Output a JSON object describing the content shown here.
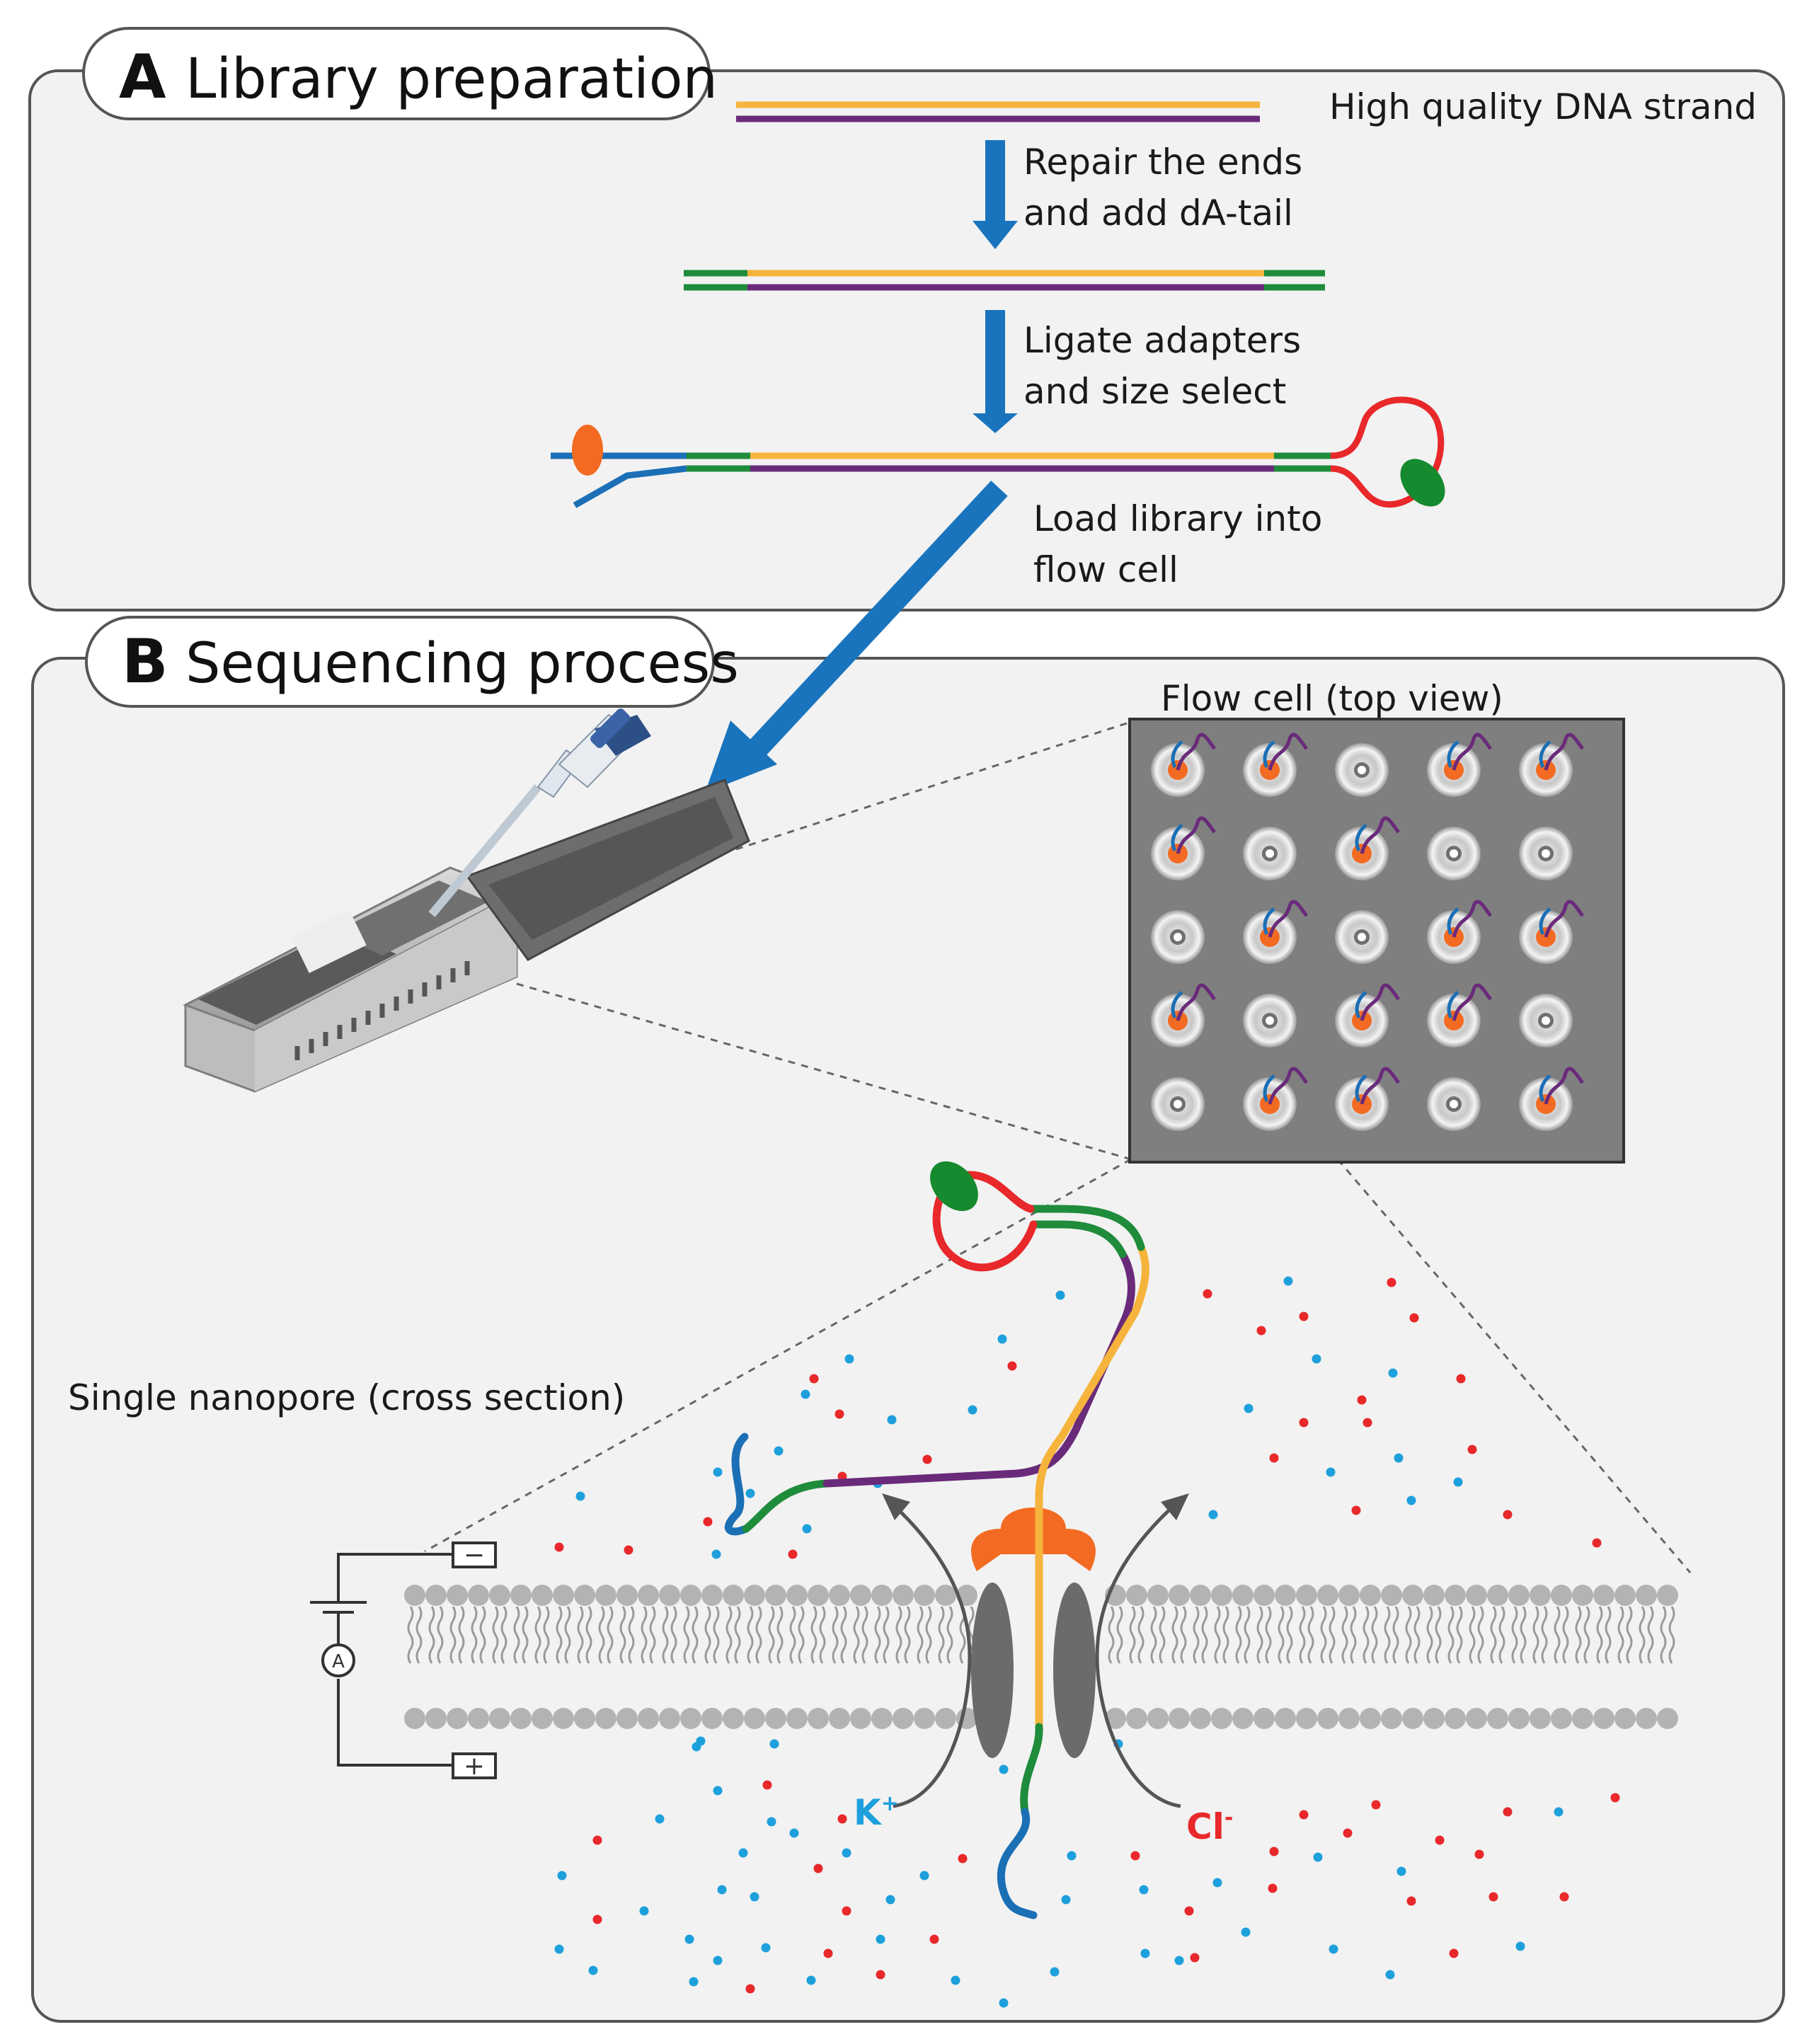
{
  "panel_a": {
    "letter": "A",
    "title": "Library preparation",
    "strand_label": "High quality DNA strand",
    "step1_line1": "Repair the ends",
    "step1_line2": "and add dA-tail",
    "step2_line1": "Ligate adapters",
    "step2_line2": "and size select",
    "step3_line1": "Load library into",
    "step3_line2": "flow cell"
  },
  "panel_b": {
    "letter": "B",
    "title": "Sequencing process",
    "flowcell_label": "Flow cell (top view)",
    "nanopore_label": "Single nanopore (cross section)",
    "cation_label": "K",
    "cation_sup": "+",
    "anion_label": "Cl",
    "anion_sup": "-",
    "ammeter_label": "A",
    "neg_terminal": "−",
    "pos_terminal": "+"
  },
  "flow_cell": {
    "rows": 5,
    "cols": 5,
    "occupied": [
      [
        1,
        1,
        0,
        1,
        1
      ],
      [
        1,
        0,
        1,
        0,
        0
      ],
      [
        0,
        1,
        0,
        1,
        1
      ],
      [
        1,
        0,
        1,
        1,
        0
      ],
      [
        0,
        1,
        1,
        0,
        1
      ]
    ]
  },
  "colors": {
    "template_strand": "#f6b43c",
    "complement_strand": "#6a2a7a",
    "adapter_green": "#1f8c3b",
    "leader_blue": "#1b6fb5",
    "hairpin_red": "#e8282a",
    "motor_protein": "#f36b22",
    "tether_green": "#168a2e",
    "arrow_blue": "#1a74bd",
    "potassium_ion": "#1ea0dc",
    "chloride_ion": "#e8282a",
    "panel_fill": "#f2f2f2",
    "flow_cell_fill": "#7f7f7f",
    "membrane_grey": "#b3b3b3",
    "pore_grey": "#6b6b6b"
  },
  "icons": [
    "down-arrow-icon",
    "pipette-icon",
    "minion-device-icon",
    "ammeter-icon",
    "battery-icon"
  ]
}
